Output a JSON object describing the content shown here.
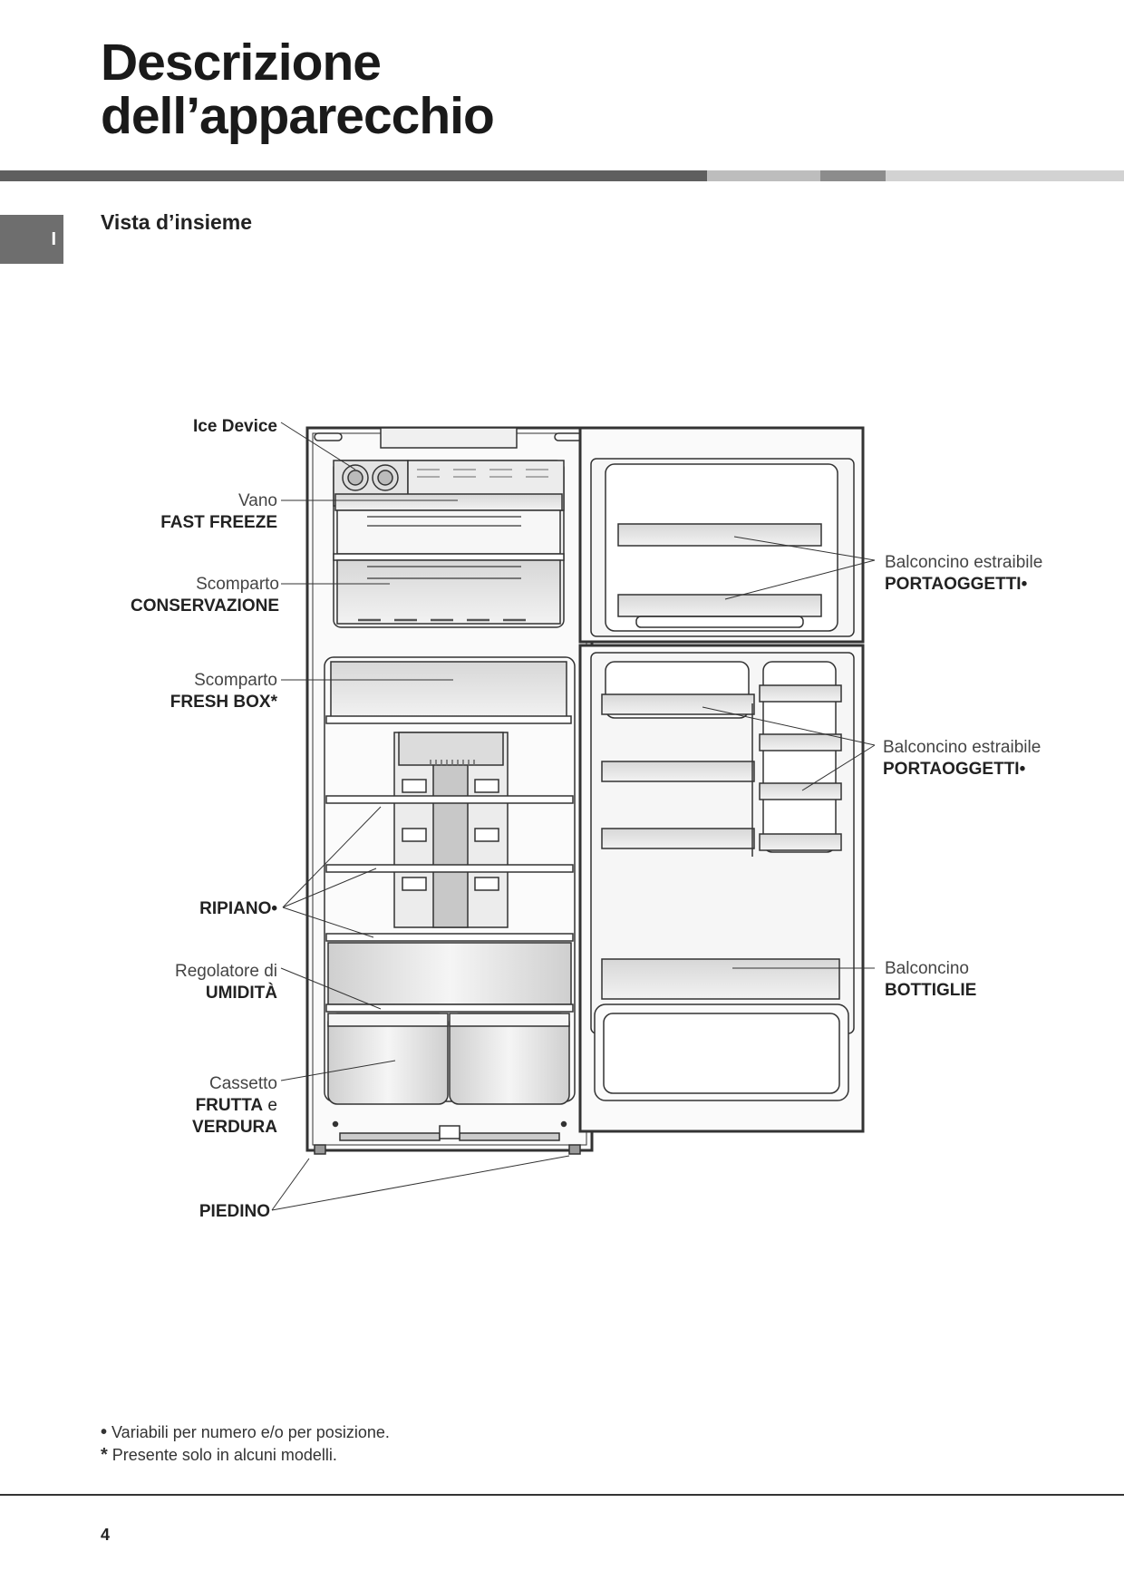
{
  "header": {
    "title_line1": "Descrizione",
    "title_line2": "dell’apparecchio",
    "lang_tab": "I",
    "subtitle": "Vista d’insieme",
    "bar_colors": [
      "#5f5f5f",
      "#bdbdbd",
      "#8c8c8c",
      "#d2d2d2"
    ]
  },
  "labels": {
    "ice_device": "Ice Device",
    "vano_line1": "Vano",
    "vano_line2": "FAST FREEZE",
    "conservazione_line1": "Scomparto",
    "conservazione_line2": "CONSERVAZIONE",
    "freshbox_line1": "Scomparto",
    "freshbox_line2": "FRESH BOX*",
    "ripiano": "RIPIANO•",
    "umidita_line1": "Regolatore di",
    "umidita_line2": "UMIDITÀ",
    "cassetto_line1": "Cassetto",
    "cassetto_line2a": "FRUTTA",
    "cassetto_line2b": " e",
    "cassetto_line3": "VERDURA",
    "piedino": "PIEDINO",
    "balconcino_top_line1": "Balconcino estraibile",
    "balconcino_top_line2": "PORTAOGGETTI•",
    "balconcino_mid_line1": "Balconcino estraibile",
    "balconcino_mid_line2": "PORTAOGGETTI•",
    "bottiglie_line1": "Balconcino",
    "bottiglie_line2": "BOTTIGLIE"
  },
  "notes": {
    "bullet_symbol": "•",
    "bullet_text": " Variabili per numero e/o per posizione.",
    "star_symbol": "*",
    "star_text": " Presente solo in alcuni modelli."
  },
  "footer": {
    "page_number": "4"
  }
}
